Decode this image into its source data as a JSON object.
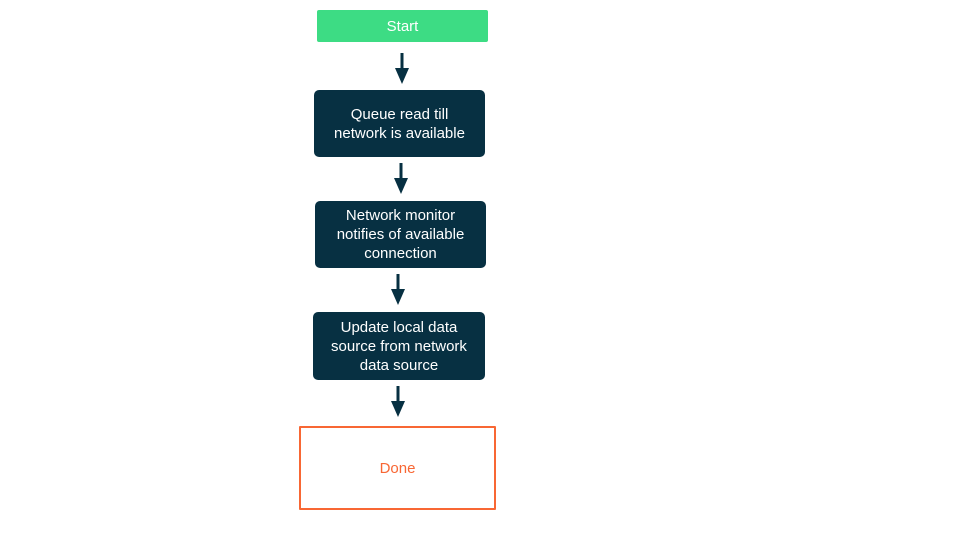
{
  "diagram": {
    "start": {
      "label": "Start"
    },
    "steps": [
      {
        "label": "Queue read till\nnetwork is available"
      },
      {
        "label": "Network monitor\nnotifies of available\nconnection"
      },
      {
        "label": "Update local data\nsource from network\ndata source"
      }
    ],
    "end": {
      "label": "Done"
    }
  },
  "colors": {
    "start_fill": "#3ddc84",
    "step_fill": "#073042",
    "arrow": "#073042",
    "done_border": "#f86734",
    "done_text": "#f86734"
  }
}
